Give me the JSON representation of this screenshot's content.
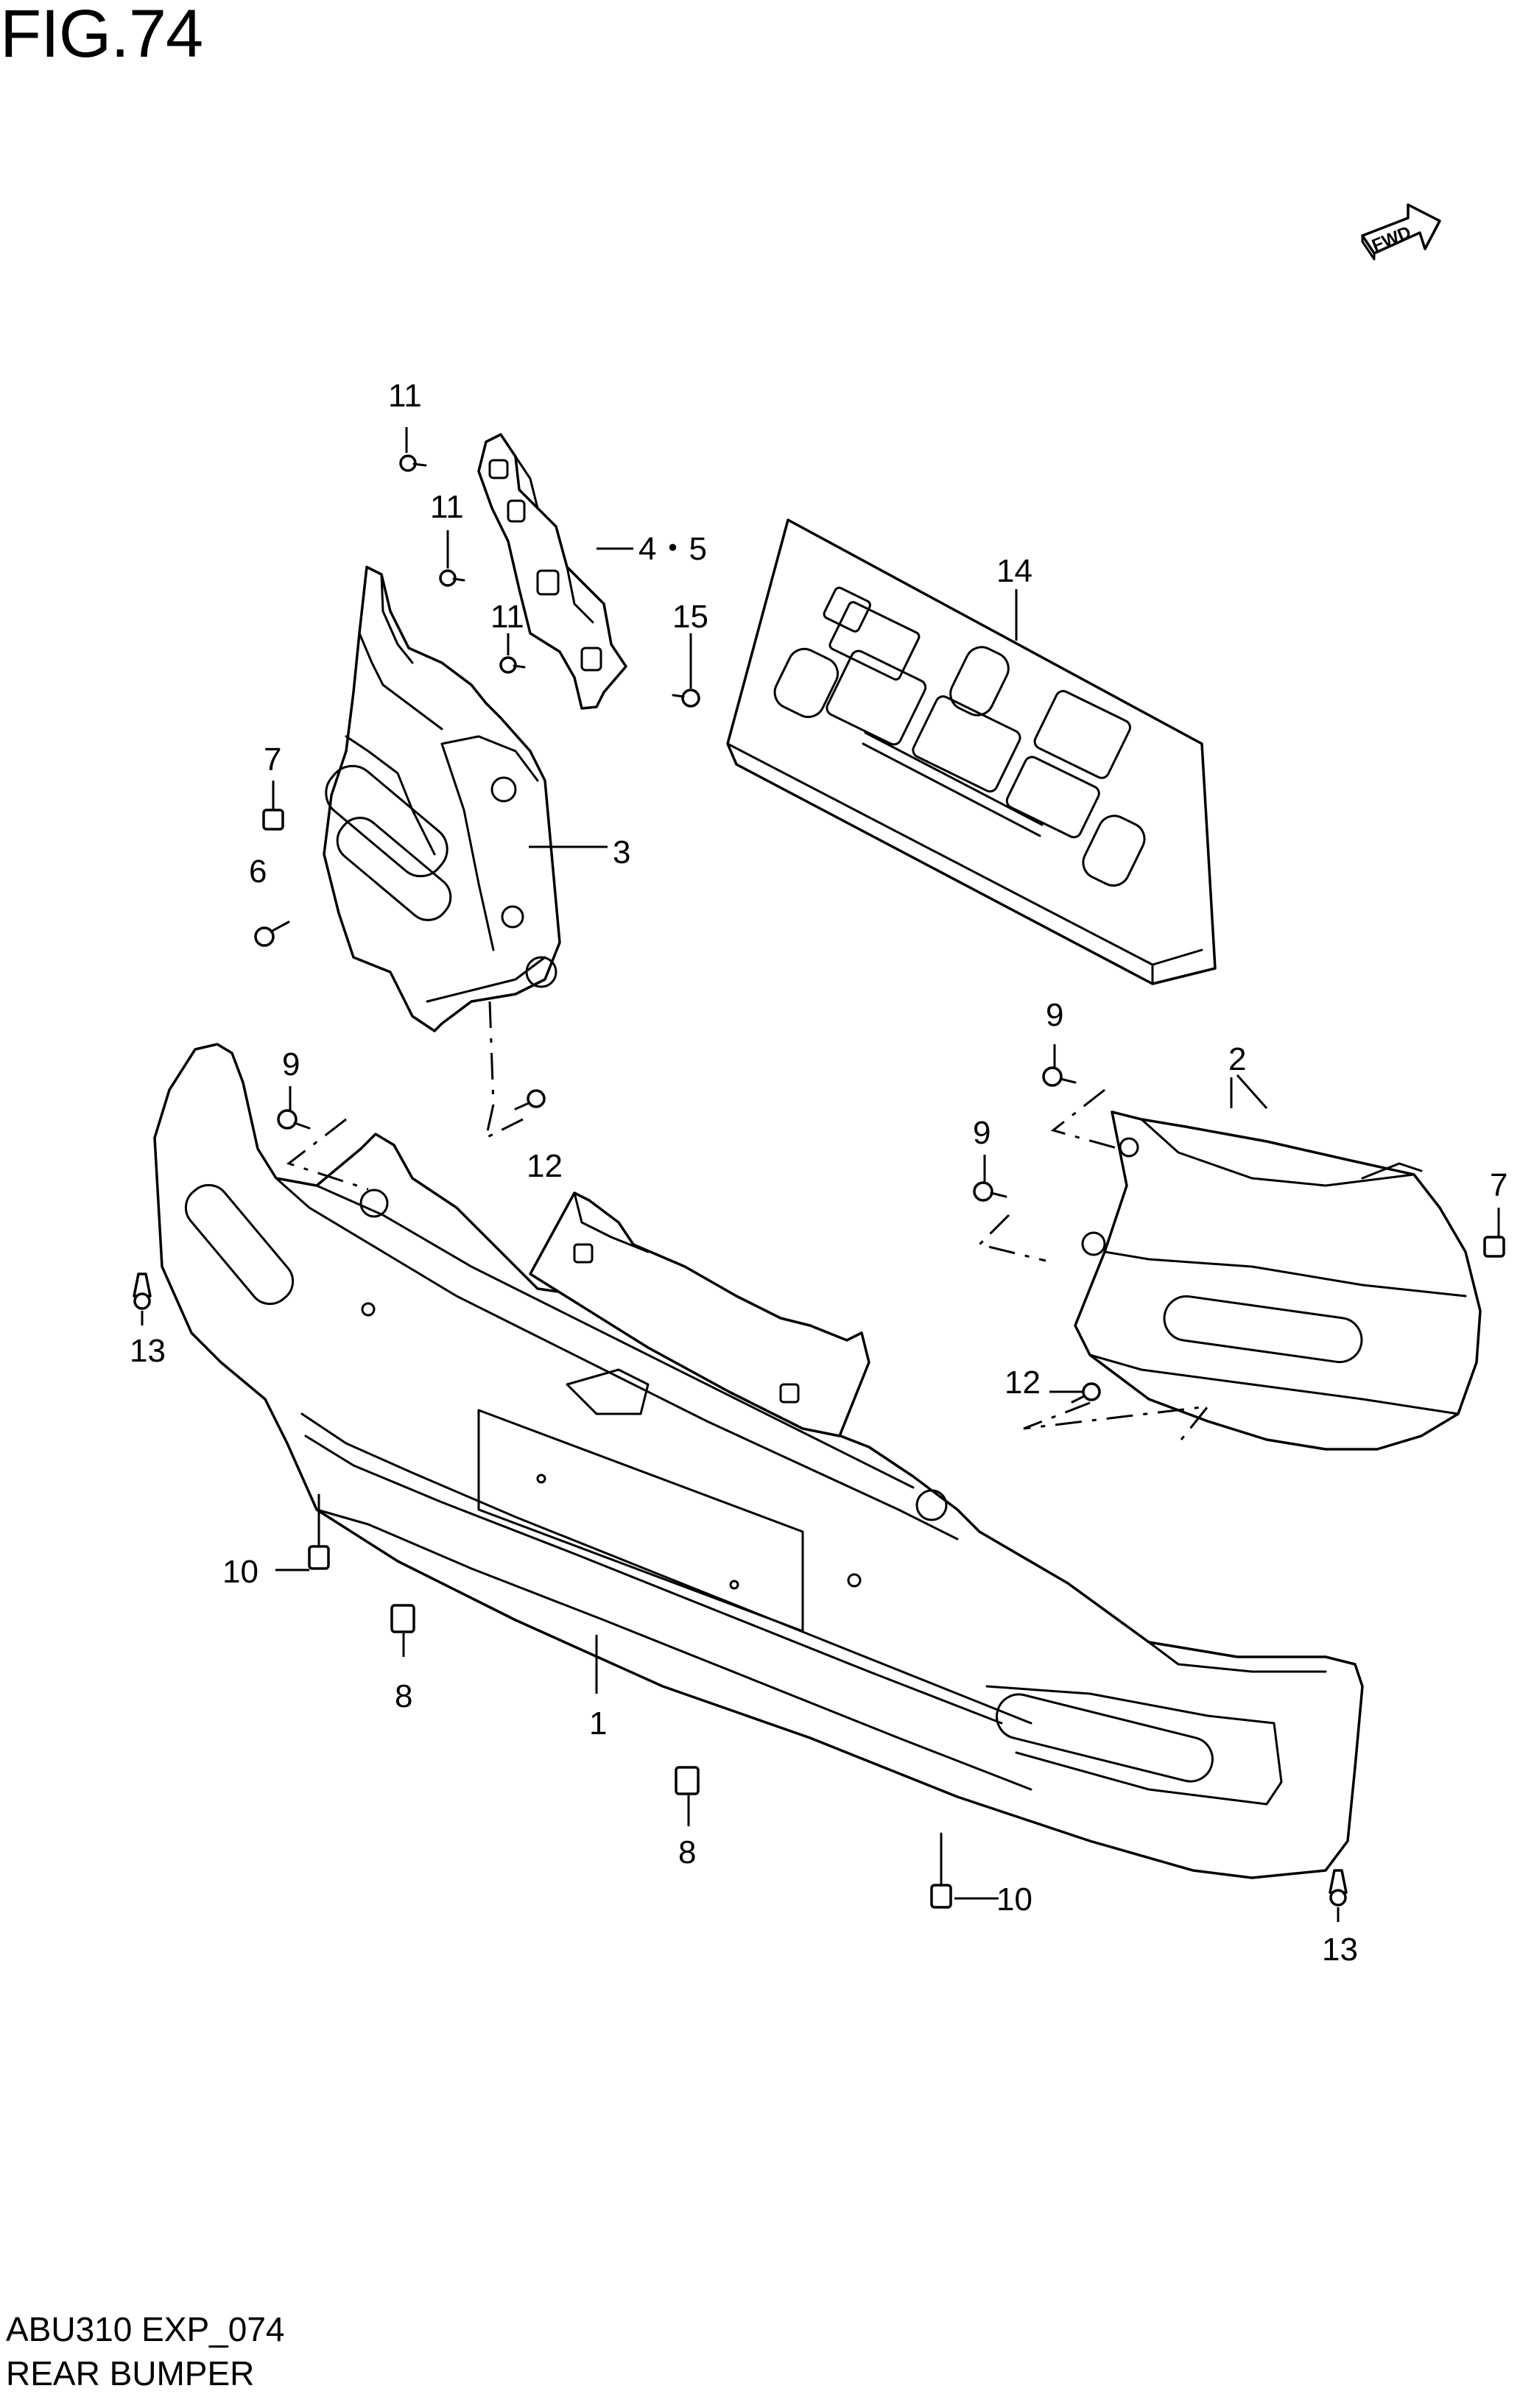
{
  "figure": {
    "title": "FIG.74"
  },
  "footer": {
    "code": "ABU310 EXP_074",
    "title": "REAR BUMPER"
  },
  "direction_indicator": {
    "label": "FWD",
    "icon": "forward-arrow-icon"
  },
  "callouts": {
    "c1": "1",
    "c2": "2",
    "c3": "3",
    "c45": "4・5",
    "c6": "6",
    "c7a": "7",
    "c7b": "7",
    "c8a": "8",
    "c8b": "8",
    "c9a": "9",
    "c9b": "9",
    "c9c": "9",
    "c10a": "10",
    "c10b": "10",
    "c11a": "11",
    "c11b": "11",
    "c11c": "11",
    "c12a": "12",
    "c12b": "12",
    "c13a": "13",
    "c13b": "13",
    "c14": "14",
    "c15": "15"
  }
}
